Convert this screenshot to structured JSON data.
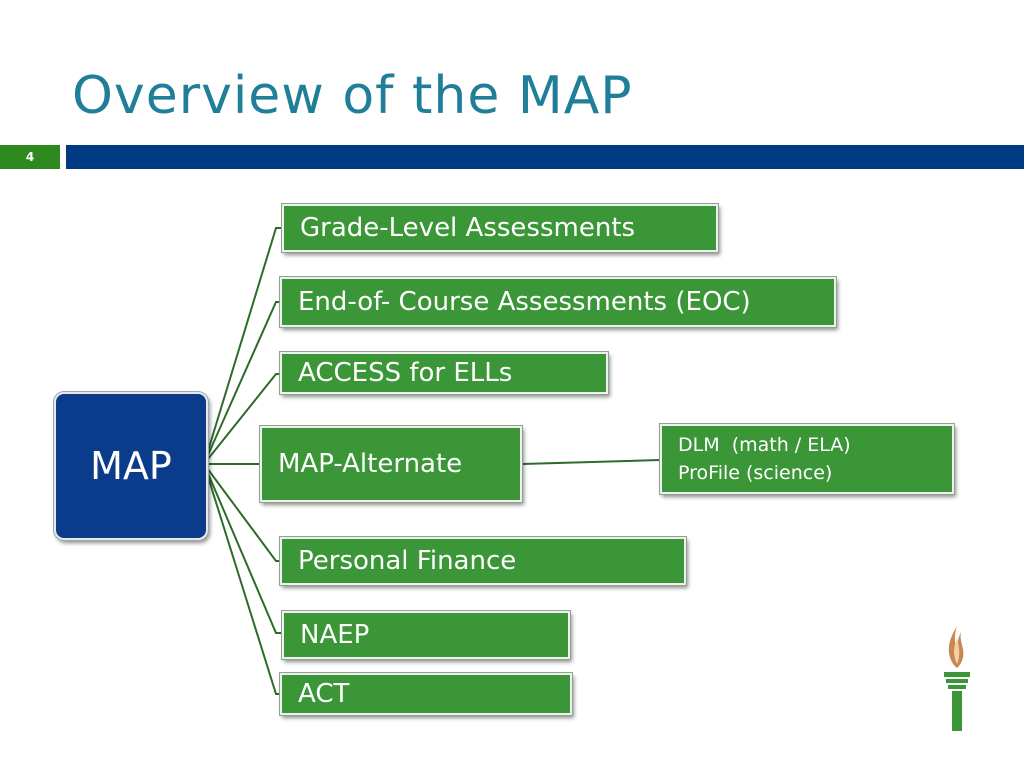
{
  "slide": {
    "title": "Overview of the MAP",
    "number": "4"
  },
  "diagram": {
    "root": "MAP",
    "branches": [
      "Grade-Level Assessments",
      "End-of- Course Assessments (EOC)",
      "ACCESS for ELLs",
      "MAP-Alternate",
      "Personal Finance",
      "NAEP",
      "ACT"
    ],
    "sub_branch": {
      "line1": "DLM  (math / ELA)",
      "line2": "ProFile (science)"
    }
  },
  "colors": {
    "title": "#1f7f99",
    "title_bar": "#003a80",
    "number_box": "#2e8a1e",
    "root_box": "#0b3c8c",
    "branch_box": "#3b9637",
    "connector": "#2e6b2a"
  },
  "logo": "torch-icon"
}
